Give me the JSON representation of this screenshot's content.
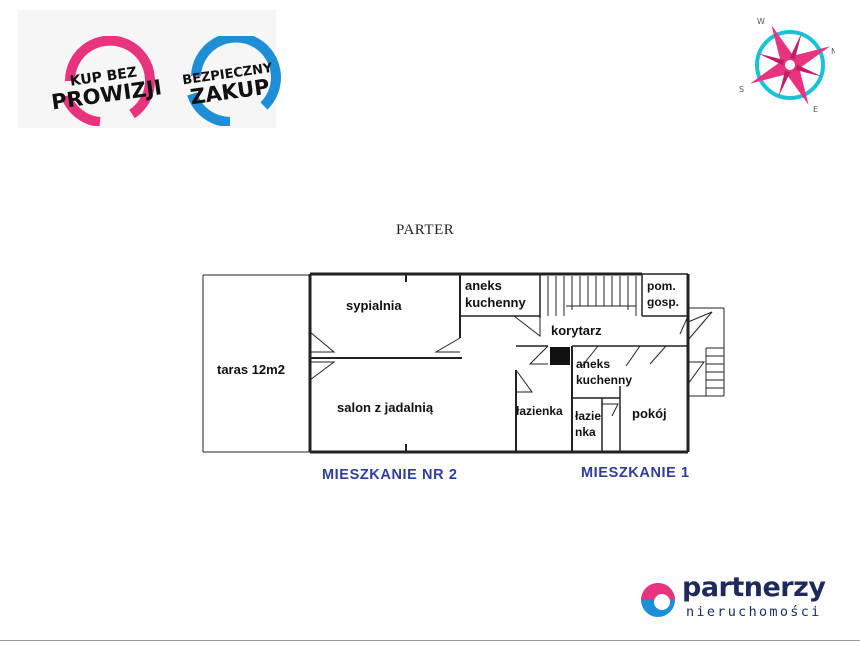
{
  "badges": [
    {
      "line1": "KUP BEZ",
      "line2": "PROWIZJI",
      "ring_color": "#e8337f"
    },
    {
      "line1": "BEZPIECZNY",
      "line2": "ZAKUP",
      "ring_color": "#1e8fd6"
    }
  ],
  "compass": {
    "icon": "compass-rose-icon",
    "letters": [
      "N",
      "E",
      "S",
      "W"
    ],
    "rose_color": "#e8337f",
    "ring_color": "#19c3d6"
  },
  "plan": {
    "title": "PARTER",
    "rooms": {
      "taras": "taras 12m2",
      "sypialnia": "sypialnia",
      "aneks1_line1": "aneks",
      "aneks1_line2": "kuchenny",
      "pom_line1": "pom.",
      "pom_line2": "gosp.",
      "korytarz": "korytarz",
      "aneks2_line1": "aneks",
      "aneks2_line2": "kuchenny",
      "salon": "salon z jadalnią",
      "lazienka1": "łazienka",
      "lazienka2_line1": "łazie",
      "lazienka2_line2": "nka",
      "pokoj": "pokój"
    },
    "flats": {
      "nr2": "MIESZKANIE NR 2",
      "nr1": "MIESZKANIE 1"
    },
    "flat_color": "#2e3f9a"
  },
  "logo": {
    "name": "partnerzy",
    "subtitle": "nieruchomości",
    "icon": "partnerzy-logo-icon",
    "colors": [
      "#e8337f",
      "#1e8fd6",
      "#1f2a5c"
    ]
  }
}
